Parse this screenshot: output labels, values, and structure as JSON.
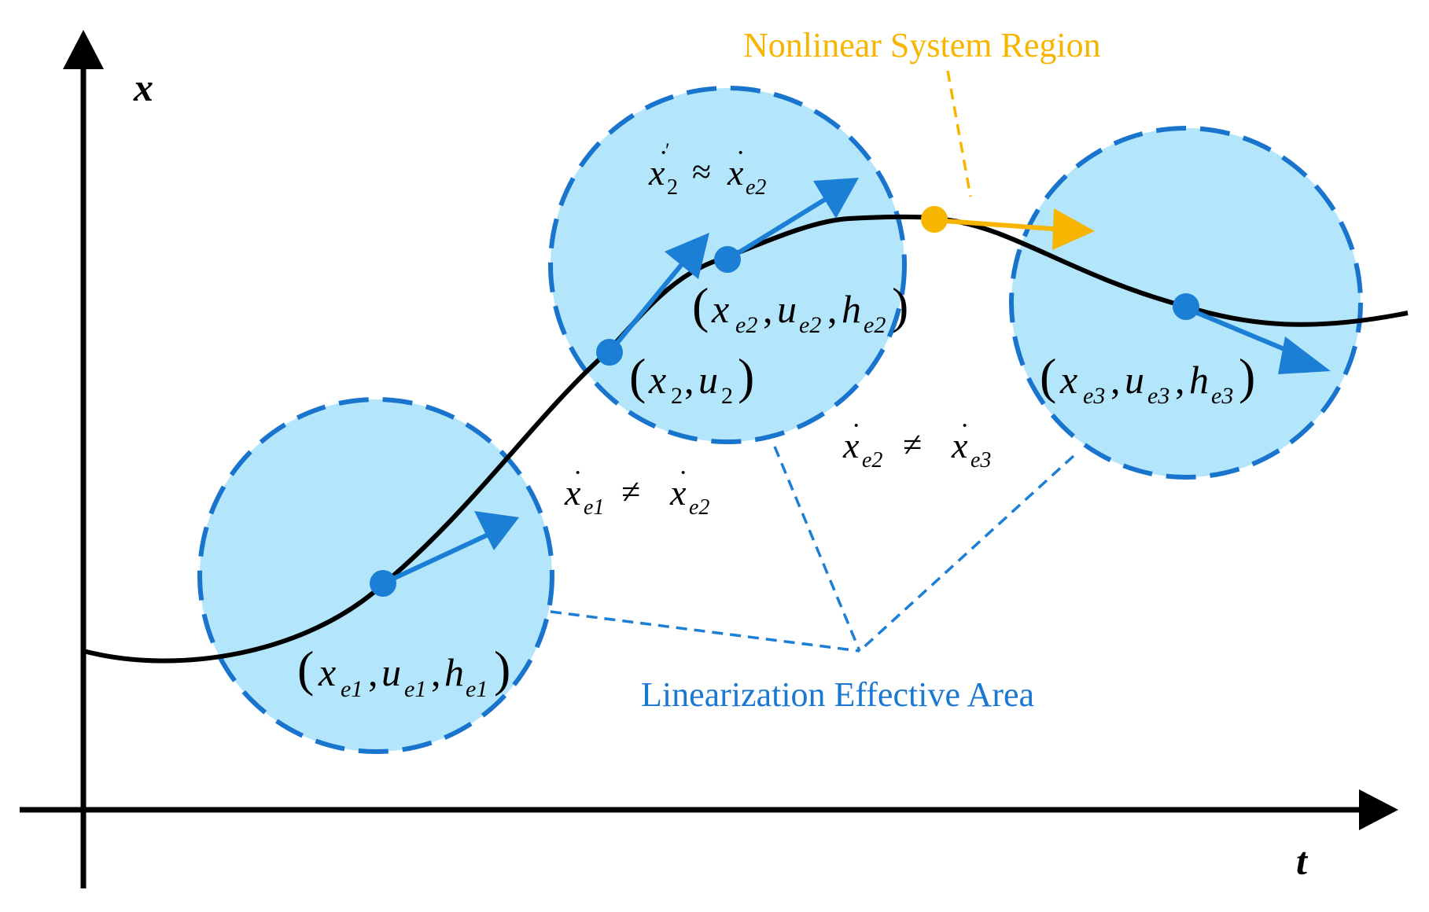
{
  "axes": {
    "y_label": "x",
    "x_label": "t"
  },
  "labels": {
    "nonlinear_region": "Nonlinear System Region",
    "linearization_area": "Linearization Effective Area"
  },
  "points": {
    "e1": {
      "x": "x",
      "x_sub": "e1",
      "u": "u",
      "u_sub": "e1",
      "h": "h",
      "h_sub": "e1"
    },
    "p2": {
      "x": "x",
      "x_sub": "2",
      "u": "u",
      "u_sub": "2"
    },
    "e2": {
      "x": "x",
      "x_sub": "e2",
      "u": "u",
      "u_sub": "e2",
      "h": "h",
      "h_sub": "e2"
    },
    "e3": {
      "x": "x",
      "x_sub": "e3",
      "u": "u",
      "u_sub": "e3",
      "h": "h",
      "h_sub": "e3"
    }
  },
  "relations": {
    "approx": {
      "lhs": "x",
      "lhs_sub": "2",
      "op": "≈",
      "rhs": "x",
      "rhs_sub": "e2"
    },
    "neq_12": {
      "lhs": "x",
      "lhs_sub": "e1",
      "op": "≠",
      "rhs": "x",
      "rhs_sub": "e2"
    },
    "neq_23": {
      "lhs": "x",
      "lhs_sub": "e2",
      "op": "≠",
      "rhs": "x",
      "rhs_sub": "e3"
    }
  },
  "colors": {
    "circle_fill": "#b3e5fb",
    "circle_stroke": "#1874cd",
    "blue": "#1b7fd6",
    "orange": "#f7b500",
    "curve": "#000000",
    "label_blue": "#1a78d2"
  }
}
